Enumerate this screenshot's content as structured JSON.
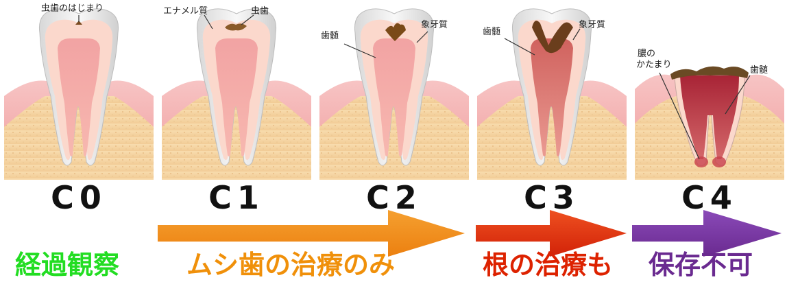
{
  "stages": [
    {
      "label": "C0",
      "annotations": [
        {
          "text": "虫歯のはじまり"
        }
      ]
    },
    {
      "label": "C1",
      "annotations": [
        {
          "text": "エナメル質"
        },
        {
          "text": "虫歯"
        }
      ]
    },
    {
      "label": "C2",
      "annotations": [
        {
          "text": "歯髄"
        },
        {
          "text": "象牙質"
        }
      ]
    },
    {
      "label": "C3",
      "annotations": [
        {
          "text": "歯髄"
        },
        {
          "text": "象牙質"
        }
      ]
    },
    {
      "label": "C4",
      "annotations": [
        {
          "text": "膿の"
        },
        {
          "text": "かたまり"
        },
        {
          "text": "歯髄"
        }
      ]
    }
  ],
  "categories": [
    {
      "text": "経過観察",
      "color": "#22dd22"
    },
    {
      "text": "ムシ歯の治療のみ",
      "color": "#f0900a"
    },
    {
      "text": "根の治療も",
      "color": "#dd2200"
    },
    {
      "text": "保存不可",
      "color": "#6a2a90"
    }
  ],
  "arrows": [
    {
      "color_start": "#f0900a",
      "color_end": "#ee7a10"
    },
    {
      "color_start": "#e83a10",
      "color_end": "#d82008"
    },
    {
      "color_start": "#7a3aa8",
      "color_end": "#6a2a90"
    }
  ],
  "colors": {
    "gum": "#f4b2b2",
    "bone": "#f6d7a8",
    "enamel": "#eeeeee",
    "dentin": "#fbd9ce",
    "pulp": "#f4a8a8",
    "decay": "#6a3e1c"
  }
}
